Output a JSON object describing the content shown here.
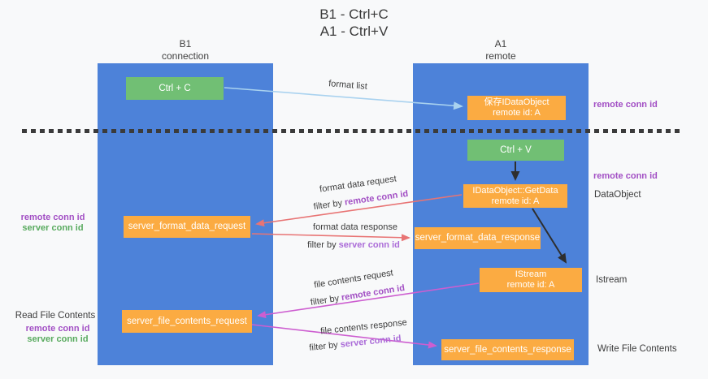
{
  "title": {
    "line1": "B1 - Ctrl+C",
    "line2": "A1 - Ctrl+V"
  },
  "lanes": {
    "b1": {
      "name": "B1",
      "subtitle": "connection"
    },
    "a1": {
      "name": "A1",
      "subtitle": "remote"
    }
  },
  "nodes": {
    "ctrl_c": {
      "label": "Ctrl + C"
    },
    "ctrl_v": {
      "label": "Ctrl + V"
    },
    "save_dataobject": {
      "line1": "保存IDataObject",
      "line2": "remote id: A"
    },
    "getdata": {
      "line1": "IDataObject::GetData",
      "line2": "remote id: A"
    },
    "istream": {
      "line1": "IStream",
      "line2": "remote id: A"
    },
    "server_format_data_request": {
      "label": "server_format_data_request"
    },
    "server_format_data_response": {
      "label": "server_format_data_response"
    },
    "server_file_contents_request": {
      "label": "server_file_contents_request"
    },
    "server_file_contents_response": {
      "label": "server_file_contents_response"
    }
  },
  "left_labels": {
    "format_group": {
      "remote": "remote conn id",
      "server": "server conn id"
    },
    "read_file_contents": "Read File Contents",
    "file_group": {
      "remote": "remote conn id",
      "server": "server conn id"
    }
  },
  "right_labels": {
    "remote_conn_id_top": "remote conn id",
    "remote_conn_id_mid": "remote conn id",
    "dataobject": "DataObject",
    "istream": "Istream",
    "write_file_contents": "Write File Contents"
  },
  "arrows": {
    "format_list": "format list",
    "format_data_request": "format data request",
    "format_data_response": "format data response",
    "file_contents_request": "file contents request",
    "file_contents_response": "file contents response",
    "filter_by": "filter by ",
    "filter_remote": "remote conn id",
    "filter_server": "server conn id"
  },
  "colors": {
    "lifeline_blue": "#4d82d9",
    "green_box": "#71bf74",
    "orange_box": "#fbab42",
    "purple_text": "#a24fc4",
    "violet_text": "#ab6cd8",
    "green_text": "#58aa5e",
    "arrow_blue": "#a9d2ef",
    "arrow_red": "#e87474",
    "arrow_magenta": "#cd5ed0",
    "arrow_black": "#2e2e2e"
  }
}
